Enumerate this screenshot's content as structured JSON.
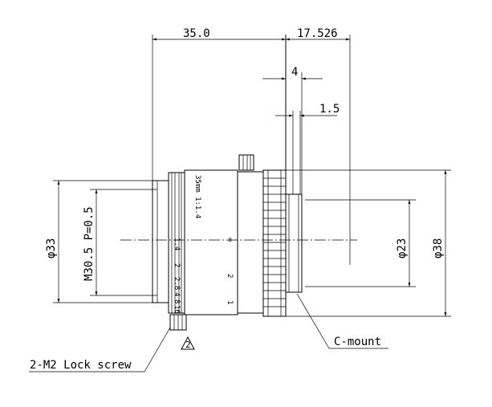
{
  "dimensions": {
    "length_body": "35.0",
    "length_flange": "17.526",
    "mount_depth": "4",
    "flange_gap": "1.5",
    "front_diameter": "φ33",
    "filter_thread": "M30.5 P=0.5",
    "rear_diameter": "φ23",
    "outer_diameter": "φ38"
  },
  "callouts": {
    "mount": "C-mount",
    "lock_screw": "2-M2 Lock screw",
    "note_marker": "2"
  },
  "lens_marks": {
    "focal": "35mm 1:1.4",
    "aperture_1": "1.4",
    "aperture_2": "2",
    "aperture_3": "2.8",
    "aperture_4": "4",
    "aperture_5": "8",
    "aperture_6": "16",
    "focus_inf": "∞",
    "focus_2": "2",
    "focus_1": "1"
  }
}
